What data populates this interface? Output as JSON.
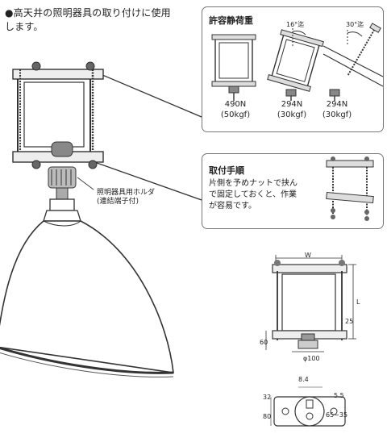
{
  "heading": {
    "line1": "●高天井の照明器具の取り付けに使用",
    "line2": "します。"
  },
  "allowable_load": {
    "title": "許容静荷重",
    "angles": [
      "16°迄",
      "30°迄"
    ],
    "loads": [
      {
        "value": "490N",
        "kgf": "(50kgf)"
      },
      {
        "value": "294N",
        "kgf": "(30kgf)"
      },
      {
        "value": "294N",
        "kgf": "(30kgf)"
      }
    ]
  },
  "install": {
    "title": "取付手順",
    "lines": [
      "片側を予めナットで挟ん",
      "で固定しておくと、作業",
      "が容易です。"
    ]
  },
  "holder_label": {
    "line1": "照明器具用ホルダ",
    "line2": "(連結端子付)"
  },
  "dims": {
    "W": "W",
    "L": "L",
    "d25": "25",
    "d60": "60",
    "phi": "φ100",
    "d84": "8.4",
    "d55": "5.5",
    "d32": "32",
    "d80": "80",
    "d6535": "65~35"
  }
}
